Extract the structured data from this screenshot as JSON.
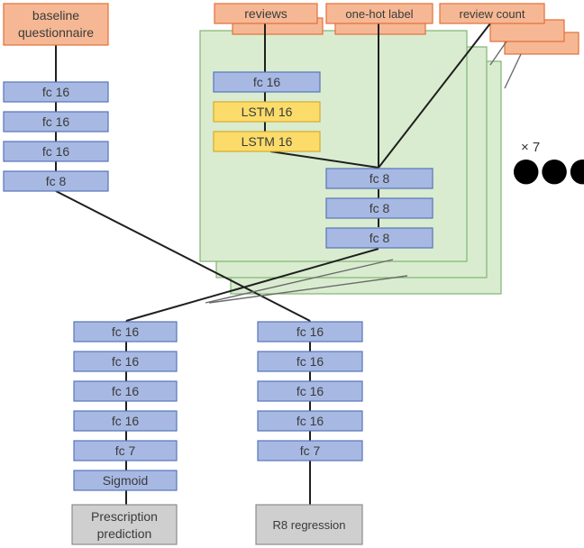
{
  "colors": {
    "input": "#f6b894",
    "input_stroke": "#e3703a",
    "fc": "#a7b9e3",
    "fc_stroke": "#5874ba",
    "lstm": "#fbdc6a",
    "lstm_stroke": "#d8a92c",
    "panel": "#d9ecd0",
    "panel_stroke": "#83b573",
    "output": "#cfcfcf",
    "output_stroke": "#8c8c8c",
    "line": "#1f1f1f"
  },
  "inputs": {
    "baseline": [
      "baseline",
      "questionnaire"
    ],
    "reviews": "reviews",
    "onehot": "one-hot label",
    "review_count": "review count"
  },
  "baseline_stack": [
    "fc 16",
    "fc 16",
    "fc 16",
    "fc 8"
  ],
  "review_stack": [
    "fc 16",
    "LSTM 16",
    "LSTM 16"
  ],
  "merge_stack": [
    "fc 8",
    "fc 8",
    "fc 8"
  ],
  "repeat_label": "× 7",
  "ellipsis": "●●●",
  "left_head": [
    "fc 16",
    "fc 16",
    "fc 16",
    "fc 16",
    "fc 7",
    "Sigmoid"
  ],
  "right_head": [
    "fc 16",
    "fc 16",
    "fc 16",
    "fc 16",
    "fc 7"
  ],
  "outputs": {
    "left": [
      "Prescription",
      "prediction"
    ],
    "right": "R8 regression"
  }
}
